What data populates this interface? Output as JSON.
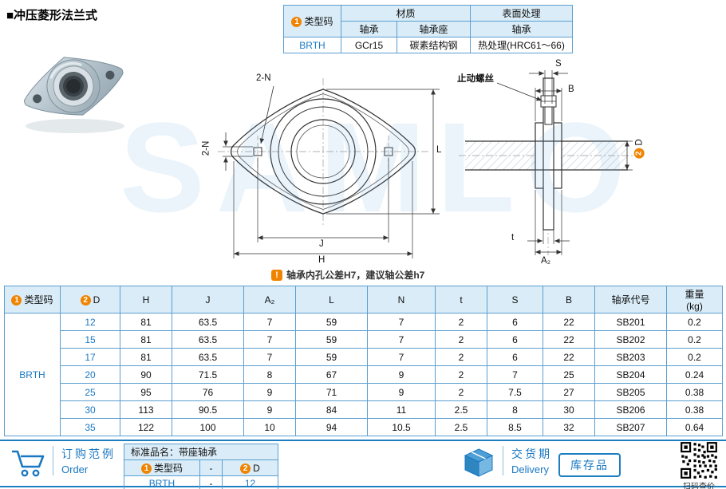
{
  "page": {
    "title": "■冲压菱形法兰式",
    "watermark": "SAMLO"
  },
  "badges": {
    "one": "1",
    "two": "2"
  },
  "spec_table": {
    "type_code_label": "类型码",
    "material_label": "材质",
    "surface_label": "表面处理",
    "sub_bearing": "轴承",
    "sub_housing": "轴承座",
    "sub_surface_bearing": "轴承",
    "type_code": "BRTH",
    "bearing_material": "GCr15",
    "housing_material": "碳素结构钢",
    "surface_treatment": "热处理(HRC61～66)"
  },
  "diagram": {
    "front": {
      "n_top": "2-N",
      "n_left": "2-N",
      "j": "J",
      "h": "H",
      "l": "L"
    },
    "side": {
      "set_screw": "止动螺丝",
      "s": "S",
      "b": "B",
      "d": "D",
      "t": "t",
      "a2": "A₂"
    },
    "note_icon": "!",
    "note": "轴承内孔公差H7，建议轴公差h7"
  },
  "main_table": {
    "headers": {
      "type_code": "类型码",
      "d": "D",
      "h": "H",
      "j": "J",
      "a2": "A₂",
      "l": "L",
      "n": "N",
      "t": "t",
      "s": "S",
      "b": "B",
      "code": "轴承代号",
      "weight1": "重量",
      "weight2": "(kg)"
    },
    "type_code": "BRTH",
    "rows": [
      {
        "d": "12",
        "h": "81",
        "j": "63.5",
        "a2": "7",
        "l": "59",
        "n": "7",
        "t": "2",
        "s": "6",
        "b": "22",
        "code": "SB201",
        "weight": "0.2"
      },
      {
        "d": "15",
        "h": "81",
        "j": "63.5",
        "a2": "7",
        "l": "59",
        "n": "7",
        "t": "2",
        "s": "6",
        "b": "22",
        "code": "SB202",
        "weight": "0.2"
      },
      {
        "d": "17",
        "h": "81",
        "j": "63.5",
        "a2": "7",
        "l": "59",
        "n": "7",
        "t": "2",
        "s": "6",
        "b": "22",
        "code": "SB203",
        "weight": "0.2"
      },
      {
        "d": "20",
        "h": "90",
        "j": "71.5",
        "a2": "8",
        "l": "67",
        "n": "9",
        "t": "2",
        "s": "7",
        "b": "25",
        "code": "SB204",
        "weight": "0.24"
      },
      {
        "d": "25",
        "h": "95",
        "j": "76",
        "a2": "9",
        "l": "71",
        "n": "9",
        "t": "2",
        "s": "7.5",
        "b": "27",
        "code": "SB205",
        "weight": "0.38"
      },
      {
        "d": "30",
        "h": "113",
        "j": "90.5",
        "a2": "9",
        "l": "84",
        "n": "11",
        "t": "2.5",
        "s": "8",
        "b": "30",
        "code": "SB206",
        "weight": "0.38"
      },
      {
        "d": "35",
        "h": "122",
        "j": "100",
        "a2": "10",
        "l": "94",
        "n": "10.5",
        "t": "2.5",
        "s": "8.5",
        "b": "32",
        "code": "SB207",
        "weight": "0.64"
      }
    ]
  },
  "order": {
    "cn": "订购范例",
    "en": "Order",
    "sample": {
      "name_label": "标准品名：",
      "name_value": "带座轴承",
      "col_type": "类型码",
      "dash": "-",
      "col_d": "D",
      "val_type": "BRTH",
      "val_dash": "-",
      "val_d": "12"
    }
  },
  "delivery": {
    "cn": "交货期",
    "en": "Delivery",
    "stock": "库存品"
  },
  "qr": {
    "caption": "扫码查价"
  }
}
